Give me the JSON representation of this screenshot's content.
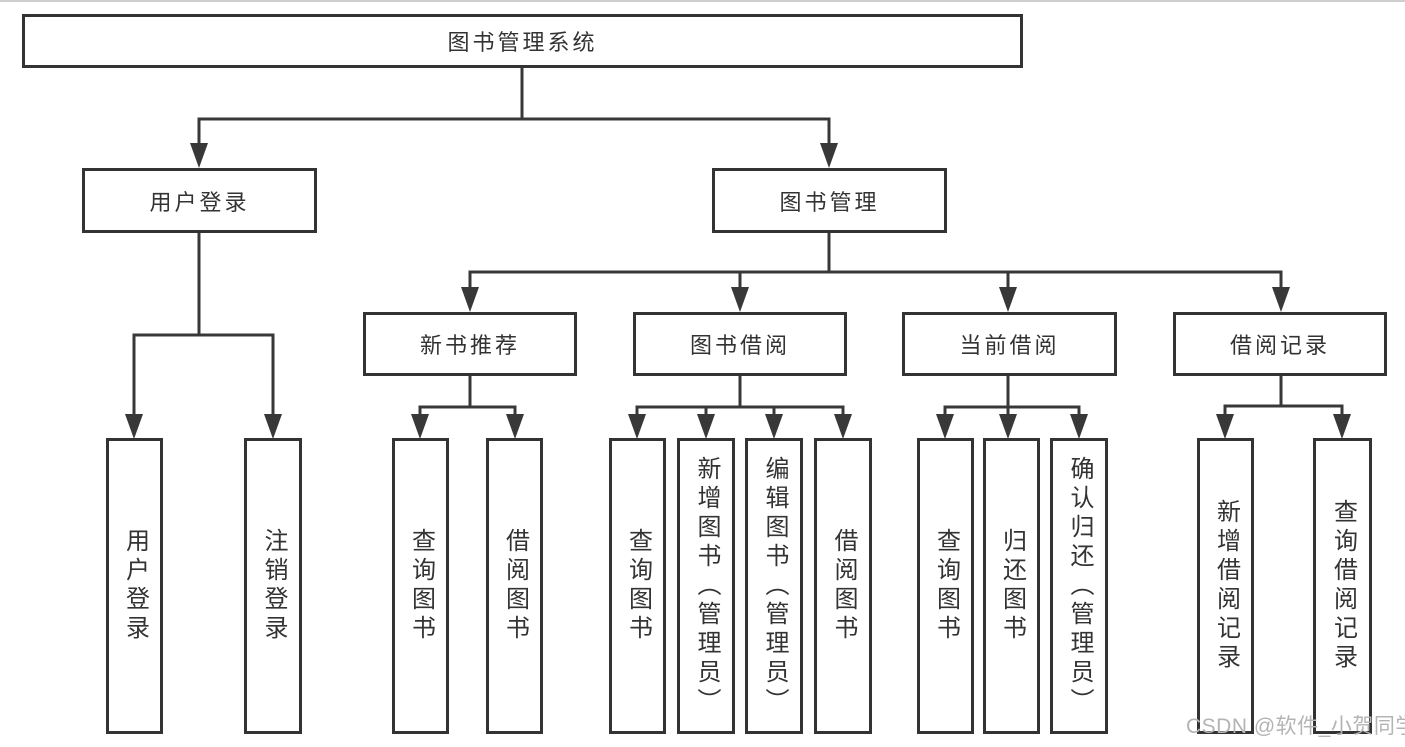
{
  "diagram": {
    "root": {
      "label": "图书管理系统"
    },
    "level2": [
      {
        "label": "用户登录"
      },
      {
        "label": "图书管理"
      }
    ],
    "level3": [
      {
        "label": "新书推荐"
      },
      {
        "label": "图书借阅"
      },
      {
        "label": "当前借阅"
      },
      {
        "label": "借阅记录"
      }
    ],
    "leaves": {
      "user_login": [
        {
          "label": "用户登录"
        },
        {
          "label": "注销登录"
        }
      ],
      "new_book": [
        {
          "label": "查询图书"
        },
        {
          "label": "借阅图书"
        }
      ],
      "book_borrow": [
        {
          "label": "查询图书"
        },
        {
          "label": "新增图书（管理员）"
        },
        {
          "label": "编辑图书（管理员）"
        },
        {
          "label": "借阅图书"
        }
      ],
      "current_borrow": [
        {
          "label": "查询图书"
        },
        {
          "label": "归还图书"
        },
        {
          "label": "确认归还（管理员）"
        }
      ],
      "borrow_records": [
        {
          "label": "新增借阅记录"
        },
        {
          "label": "查询借阅记录"
        }
      ]
    }
  },
  "watermark": {
    "text": "CSDN @软件_小贺同学",
    "color": "#b4b4b4"
  },
  "colors": {
    "line": "#383838",
    "text": "#333333",
    "background": "#ffffff"
  }
}
